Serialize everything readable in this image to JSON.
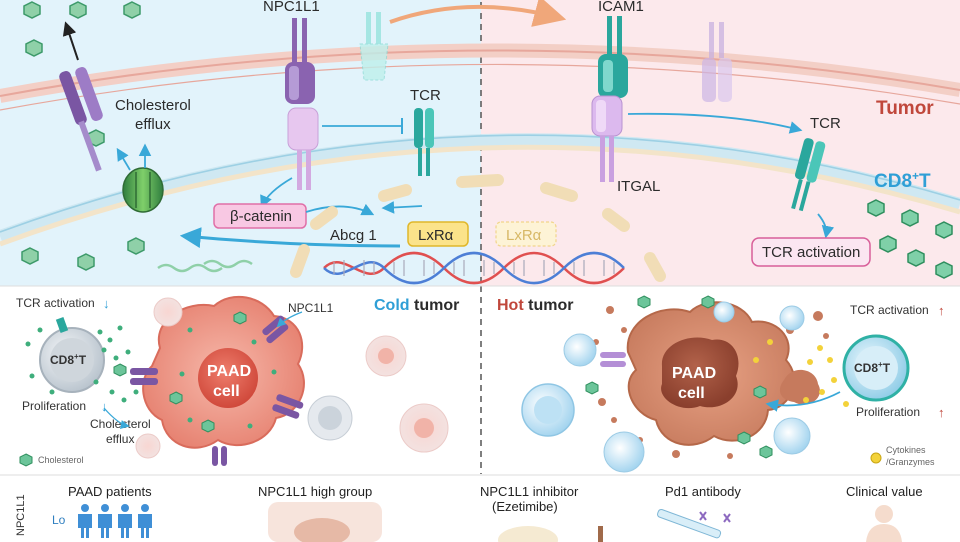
{
  "top": {
    "npc1l1": "NPC1L1",
    "icam1": "ICAM1",
    "cholesterol_efflux_line1": "Cholesterol",
    "cholesterol_efflux_line2": "efflux",
    "tcr_left": "TCR",
    "tcr_right": "TCR",
    "tumor": "Tumor",
    "cd8t": "CD8",
    "cd8t_sup": "+",
    "cd8t_suffix": "T",
    "itgal": "ITGAL",
    "beta_catenin": "β-catenin",
    "abcg1": "Abcg 1",
    "lxra": "LxRα",
    "lxra_faded": "LxRα",
    "tcr_activation": "TCR activation"
  },
  "cold": {
    "title_word1": "Cold",
    "title_word2": "tumor",
    "tcr_activation": "TCR activation",
    "down_arrow": "↓",
    "cd8t": "CD8",
    "cd8t_sup": "+",
    "cd8t_suffix": "T",
    "proliferation": "Proliferation",
    "cholesterol_efflux_line1": "Cholesterol",
    "cholesterol_efflux_line2": "efflux",
    "npc1l1": "NPC1L1",
    "paad_line1": "PAAD",
    "paad_line2": "cell",
    "legend_cholesterol": "Cholesterol"
  },
  "hot": {
    "title_word1": "Hot",
    "title_word2": "tumor",
    "tcr_activation": "TCR activation",
    "up_arrow": "↑",
    "cd8t": "CD8",
    "cd8t_sup": "+",
    "cd8t_suffix": "T",
    "proliferation": "Proliferation",
    "paad_line1": "PAAD",
    "paad_line2": "cell",
    "legend_cytokines_line1": "Cytokines",
    "legend_cytokines_line2": "/Granzymes"
  },
  "bottom": {
    "paad_patients": "PAAD patients",
    "npc1l1_high_group": "NPC1L1 high group",
    "inhibitor_line1": "NPC1L1 inhibitor",
    "inhibitor_line2": "(Ezetimibe)",
    "pd1_antibody": "Pd1 antibody",
    "clinical_value": "Clinical value",
    "axis_label": "NPC1L1",
    "lo": "Lo"
  },
  "colors": {
    "cold_bg": "#e2f3fb",
    "hot_bg": "#fce9ec",
    "membrane_tumor": "#e9a9a0",
    "membrane_t": "#a9d6e6",
    "npc1l1_purple": "#8a63b0",
    "icam1_teal": "#2aa79d",
    "cholesterol_green": "#5fbf8c",
    "tumor_red": "#c0473b",
    "cd8_blue": "#2f9fd6",
    "label_pink": "#e06fa8",
    "label_yellow": "#f3c531",
    "dna_red": "#e05050",
    "dna_blue": "#4d7fd6"
  }
}
